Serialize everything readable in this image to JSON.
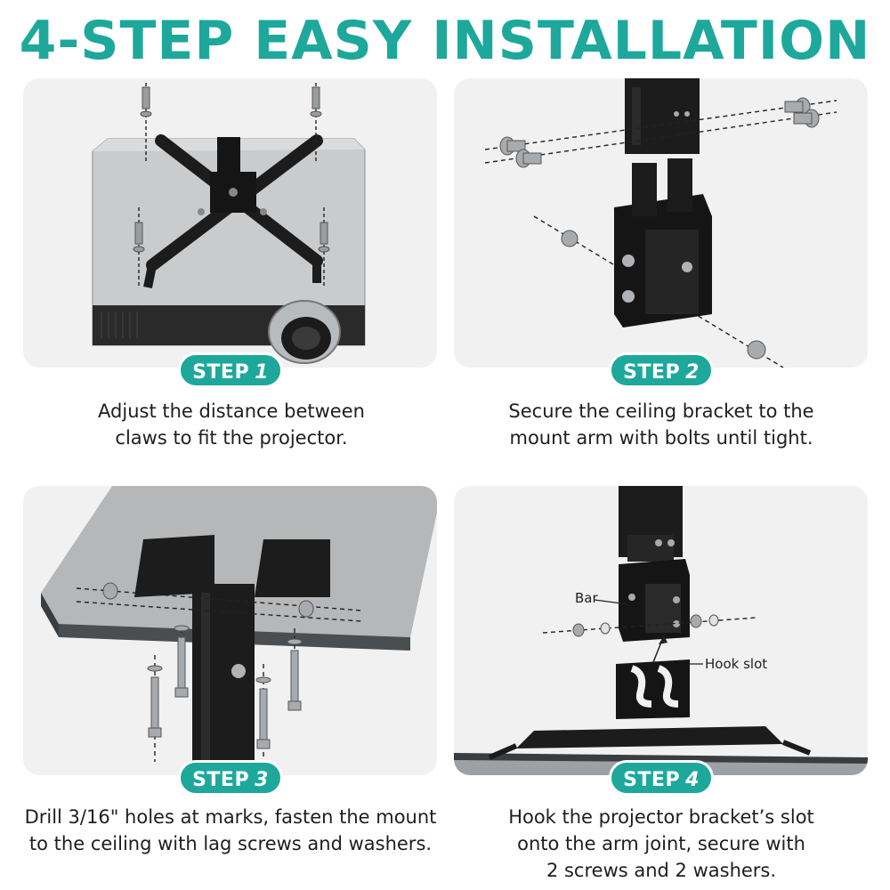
{
  "title": "4-STEP EASY INSTALLATION",
  "steps": [
    {
      "label": "STEP",
      "number": "1",
      "description_lines": [
        "Adjust the distance between",
        "claws to fit the projector."
      ]
    },
    {
      "label": "STEP",
      "number": "2",
      "description_lines": [
        "Secure the ceiling bracket to the",
        "mount arm with bolts until tight."
      ]
    },
    {
      "label": "STEP",
      "number": "3",
      "description_lines": [
        "Drill 3/16\" holes at marks, fasten the mount",
        "to the ceiling with lag screws and washers."
      ]
    },
    {
      "label": "STEP",
      "number": "4",
      "description_lines": [
        "Hook the projector bracket’s slot",
        "onto the arm joint, secure with",
        "2 screws and 2 washers."
      ],
      "callouts": {
        "bar": "Bar",
        "hook_slot": "Hook slot"
      }
    }
  ],
  "colors": {
    "accent": "#1da89b",
    "panel_bg": "#f1f1f1",
    "text": "#1e1e1e",
    "metal": "#1c1c1c"
  }
}
